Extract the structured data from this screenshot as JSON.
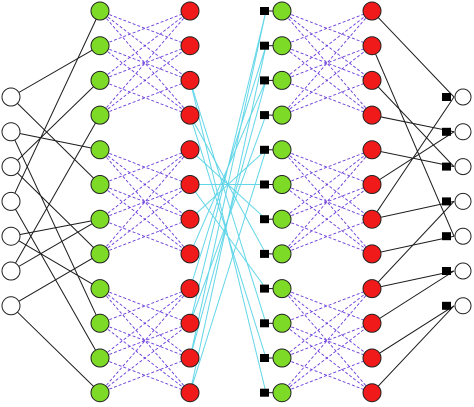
{
  "diagram": {
    "left_inputs": 7,
    "left_group": {
      "rows_per_block": 4,
      "blocks": 3,
      "total_rows": 12
    },
    "right_group": {
      "rows_per_block": 4,
      "blocks": 3,
      "total_rows": 12
    },
    "right_outputs": 7,
    "colors": {
      "green_node": "#7ddb27",
      "red_node": "#f01a1a",
      "node_stroke": "#222222",
      "solid_edge": "#1a1a1a",
      "dashed_edge": "#6a3bd9",
      "cross_edge": "#62d6e8",
      "terminal": "#000000",
      "open_node_fill": "#ffffff"
    },
    "edge_styles": {
      "intra_block": "dashed",
      "left_to_right": "cyan",
      "inputs_to_green": "solid",
      "red_to_outputs": "solid"
    },
    "terminals": {
      "shape": "square",
      "color": "#000000"
    }
  }
}
